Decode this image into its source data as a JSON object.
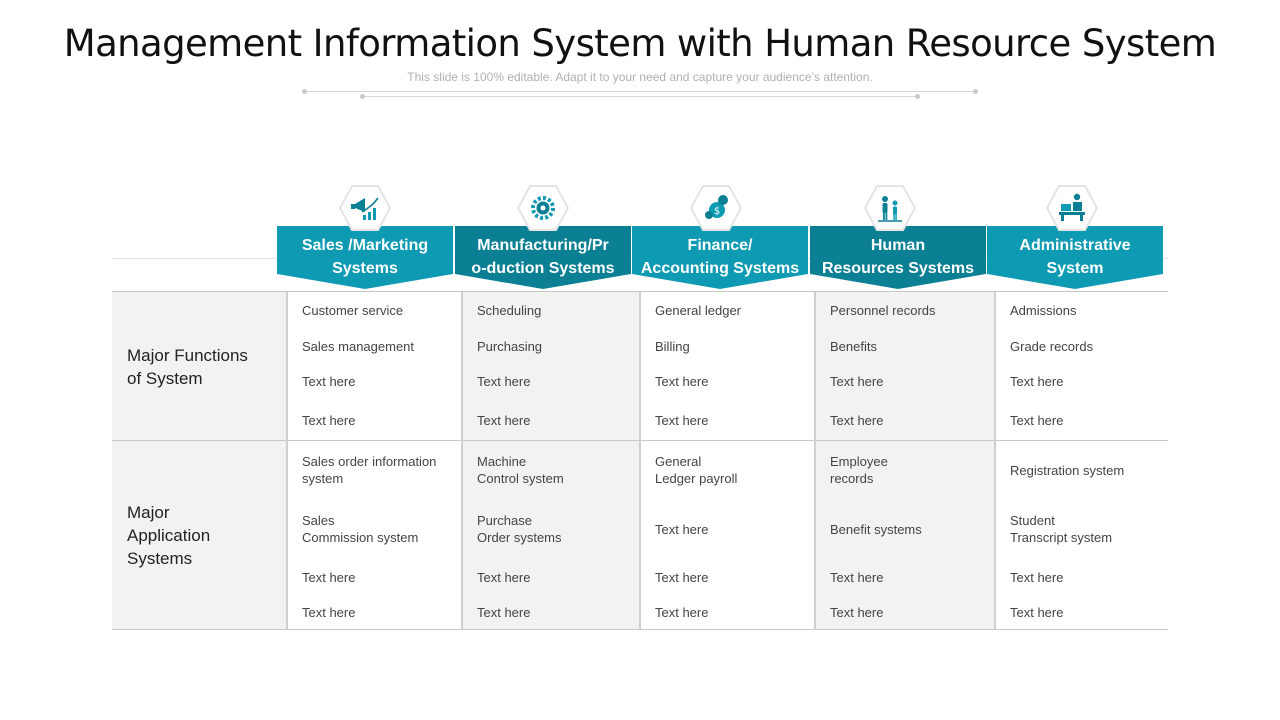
{
  "header": {
    "title": "Management Information System with Human Resource System",
    "subtitle": "This slide is 100% editable. Adapt it to your need and capture your audience’s attention."
  },
  "colors": {
    "teal": "#0f9ab3",
    "teal_dark": "#0b7f93",
    "shade": "#f2f2f2",
    "line": "#c9c9c9"
  },
  "columns": [
    {
      "label": "Sales /Marketing\nSystems",
      "icon": "megaphone-chart-icon"
    },
    {
      "label": "Manufacturing/Pr\no-duction Systems",
      "icon": "gear-icon"
    },
    {
      "label": "Finance/\nAccounting Systems",
      "icon": "money-bag-icon"
    },
    {
      "label": "Human\nResources Systems",
      "icon": "people-icon"
    },
    {
      "label": "Administrative\nSystem",
      "icon": "admin-desk-icon"
    }
  ],
  "rows": [
    {
      "label": "Major Functions\nof System",
      "cells": [
        [
          "Customer service",
          "Sales management",
          "Text here",
          "Text here"
        ],
        [
          "Scheduling",
          "Purchasing",
          "Text here",
          "Text here"
        ],
        [
          "General ledger",
          "Billing",
          "Text here",
          "Text here"
        ],
        [
          "Personnel records",
          "Benefits",
          "Text here",
          "Text here"
        ],
        [
          "Admissions",
          "Grade records",
          "Text here",
          "Text here"
        ]
      ]
    },
    {
      "label": "Major\nApplication\nSystems",
      "cells": [
        [
          "Sales order information\nsystem",
          "Sales\nCommission system",
          "Text here",
          "Text here"
        ],
        [
          "Machine\nControl system",
          "Purchase\nOrder systems",
          "Text here",
          "Text here"
        ],
        [
          "General\nLedger payroll",
          "Text here",
          "Text here",
          "Text here"
        ],
        [
          "Employee\nrecords",
          "Benefit systems",
          "Text here",
          "Text here"
        ],
        [
          "Registration system",
          "Student\nTranscript system",
          "Text here",
          "Text here"
        ]
      ]
    }
  ]
}
